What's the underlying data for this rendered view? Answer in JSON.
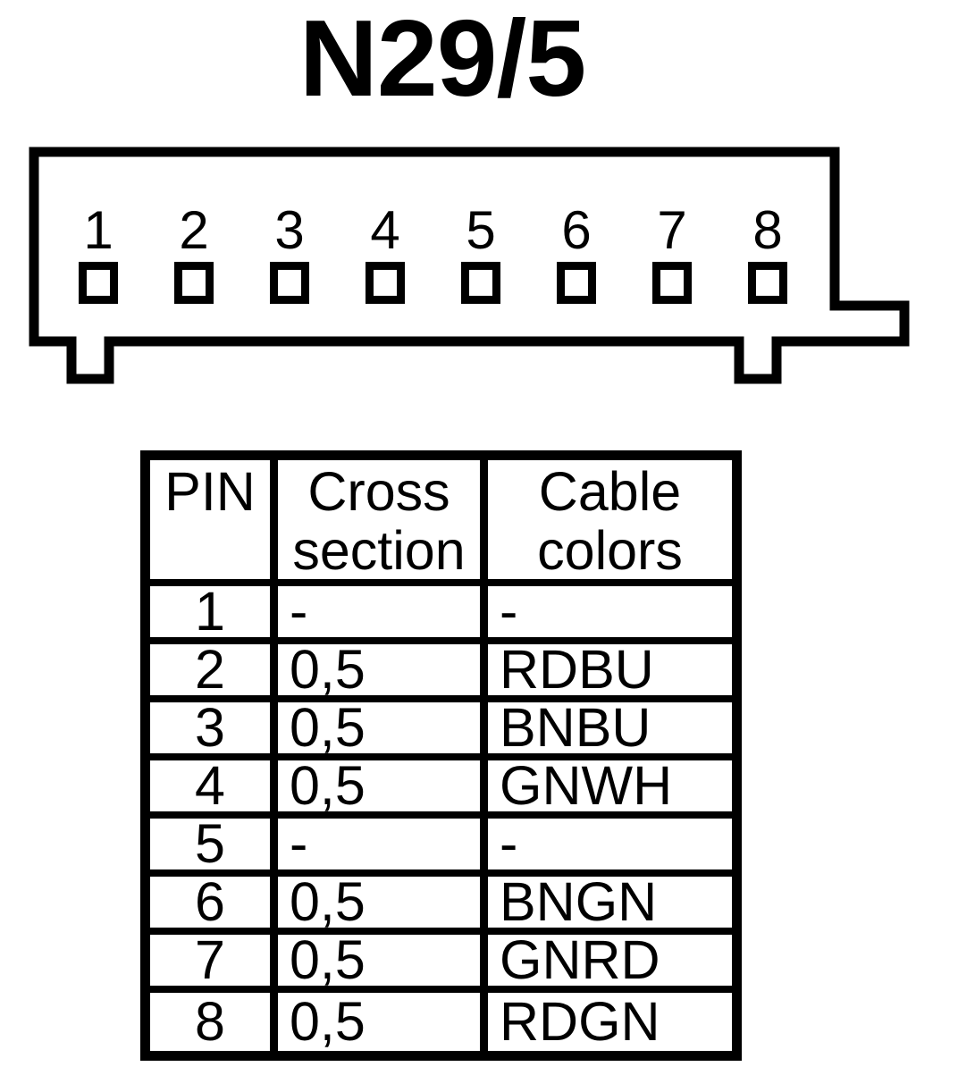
{
  "title": "N29/5",
  "colors": {
    "ink": "#000000",
    "paper": "#ffffff"
  },
  "connector": {
    "pins": [
      "1",
      "2",
      "3",
      "4",
      "5",
      "6",
      "7",
      "8"
    ]
  },
  "table": {
    "headers": {
      "pin": "PIN",
      "cross_section": "Cross section",
      "cable_colors": "Cable colors"
    },
    "rows": [
      {
        "pin": "1",
        "cross_section": "-",
        "cable_colors": "-"
      },
      {
        "pin": "2",
        "cross_section": "0,5",
        "cable_colors": "RDBU"
      },
      {
        "pin": "3",
        "cross_section": "0,5",
        "cable_colors": "BNBU"
      },
      {
        "pin": "4",
        "cross_section": "0,5",
        "cable_colors": "GNWH"
      },
      {
        "pin": "5",
        "cross_section": "-",
        "cable_colors": "-"
      },
      {
        "pin": "6",
        "cross_section": "0,5",
        "cable_colors": "BNGN"
      },
      {
        "pin": "7",
        "cross_section": "0,5",
        "cable_colors": "GNRD"
      },
      {
        "pin": "8",
        "cross_section": "0,5",
        "cable_colors": "RDGN"
      }
    ]
  }
}
